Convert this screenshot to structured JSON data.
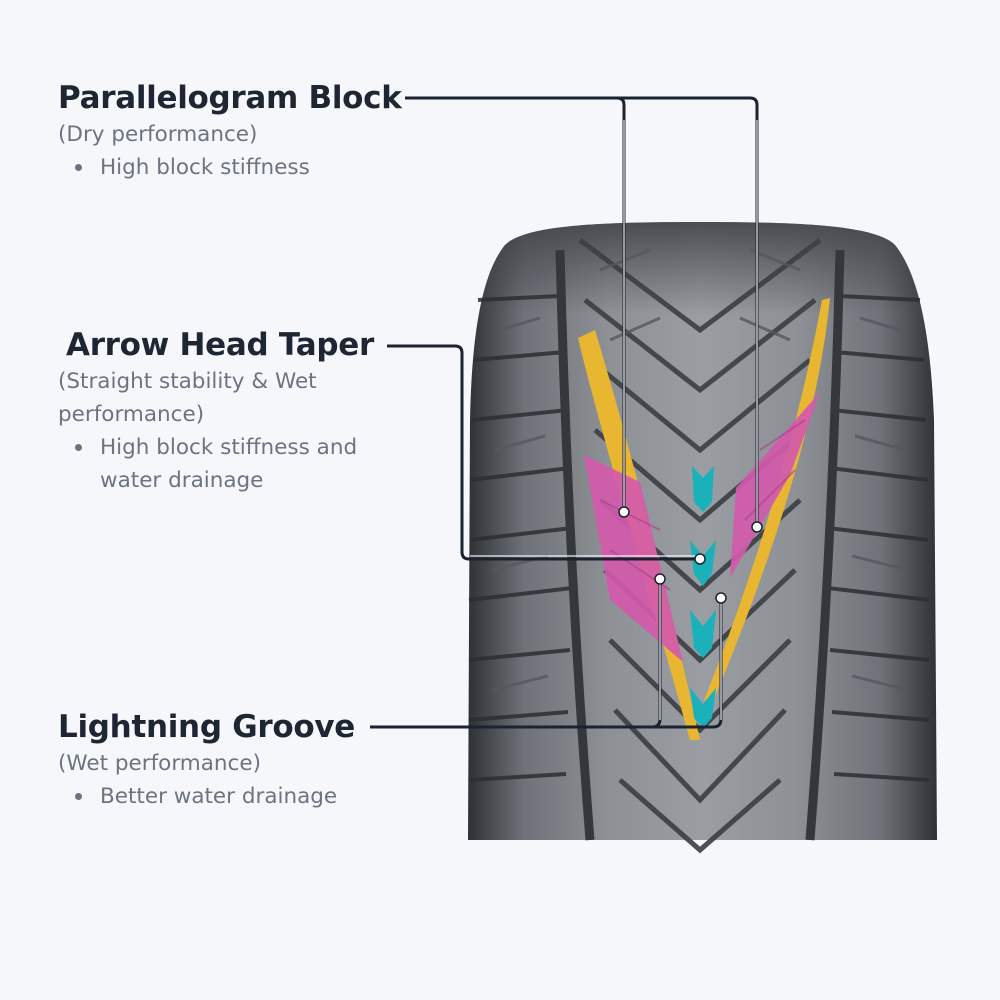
{
  "features": [
    {
      "title": "Parallelogram Block",
      "subtitle": "(Dry performance)",
      "bullets": [
        "High block stiffness"
      ]
    },
    {
      "title": "Arrow Head Taper",
      "subtitle": "(Straight stability & Wet performance)",
      "bullets": [
        "High block stiffness and water drainage"
      ]
    },
    {
      "title": "Lightning Groove",
      "subtitle": "(Wet performance)",
      "bullets": [
        "Better water drainage"
      ]
    }
  ],
  "colors": {
    "background": "#f5f7fb",
    "heading": "#1e2533",
    "body_text": "#6b7480",
    "tire_dark": "#3a3d42",
    "tire_mid": "#7b7f85",
    "groove_yellow": "#e8b631",
    "block_magenta": "#d25aab",
    "arrow_teal": "#1ab1bb",
    "leader_line": "#1b2230"
  },
  "icons": [
    "tire-tread-illustration"
  ]
}
